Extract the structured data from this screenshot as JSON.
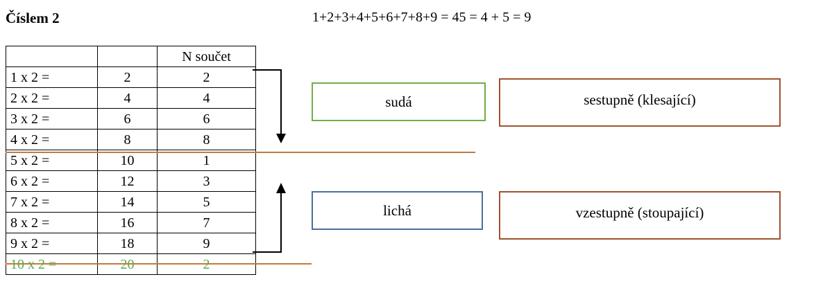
{
  "title": "Číslem 2",
  "formula": "1+2+3+4+5+6+7+8+9 = 45 = 4 + 5 = 9",
  "table": {
    "header": [
      "",
      "",
      "N součet"
    ],
    "rows": [
      [
        "1 x 2 =",
        "2",
        "2"
      ],
      [
        "2 x 2 =",
        "4",
        "4"
      ],
      [
        "3 x 2 =",
        "6",
        "6"
      ],
      [
        "4 x 2 =",
        "8",
        "8"
      ],
      [
        "5 x 2 =",
        "10",
        "1"
      ],
      [
        "6 x 2 =",
        "12",
        "3"
      ],
      [
        "7 x 2 =",
        "14",
        "5"
      ],
      [
        "8 x 2 =",
        "16",
        "7"
      ],
      [
        "9 x 2 =",
        "18",
        "9"
      ],
      [
        "10 x 2 =",
        "20",
        "2"
      ]
    ]
  },
  "labels": {
    "even": "sudá",
    "odd": "lichá",
    "descending": "sestupně (klesající)",
    "ascending": "vzestupně (stoupající)"
  },
  "colors": {
    "highlight_row": "#4caf50",
    "divider": "#c47a3a",
    "even_box": "#70ad47",
    "odd_box": "#4a6f9b",
    "direction_box": "#a0522d"
  }
}
